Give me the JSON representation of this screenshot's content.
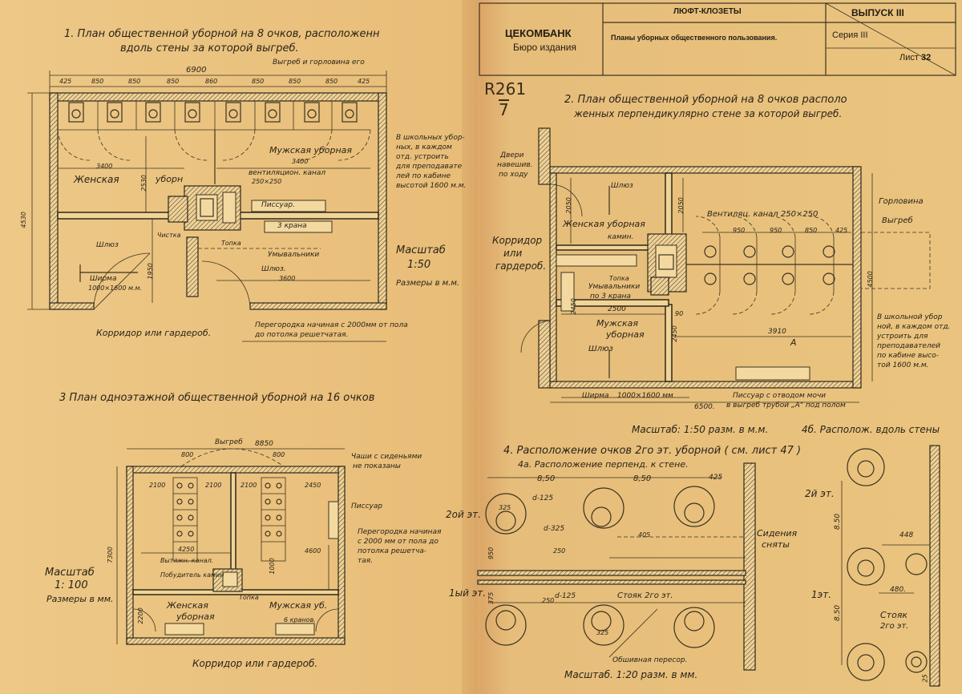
{
  "title_block": {
    "org": "ЦЕКОМБАНК",
    "bureau": "Бюро издания",
    "section": "ЛЮФТ-КЛОЗЕТЫ",
    "description": "Планы уборных общественного пользования.",
    "issue": "ВЫПУСК III",
    "series": "Серия III",
    "sheet_label": "Лист",
    "sheet_num": "32"
  },
  "stamp": {
    "top": "R261",
    "bottom": "7"
  },
  "plan1": {
    "title_line1": "1.   План общественной уборной  на 8 очков, расположенн",
    "title_line2": "вдоль стены за которой выгреб.",
    "vygreb_label": "Выгреб и горловина его",
    "dim_total": "6900",
    "dims": [
      "425",
      "850",
      "850",
      "850",
      "860",
      "850",
      "850",
      "850",
      "425"
    ],
    "note": [
      "В школьных убор-",
      "ных, в каждом",
      "отд. устроить",
      "для преподавате",
      "лей по кабине",
      "высотой 1600 м.м."
    ],
    "mens": "Мужская уборная",
    "womens": "Женская",
    "ubor": "уборн",
    "d3400a": "3400",
    "d3400b": "3400",
    "vent": "вентиляцион. канал",
    "vent_size": "250×250",
    "d2530": "2530",
    "d4530": "4530",
    "pissuar": "Писсуар.",
    "three_taps": "3 крана",
    "chistka": "Чистка",
    "topka": "Топка",
    "umyv": "Умывальники",
    "shlyuz_left": "Шлюз",
    "shlyuz_right": "Шлюз.",
    "d1950": "1950",
    "d3600": "3600",
    "shirma": "Ширма",
    "shirma_size": "1000×1600 м.м.",
    "scale_label": "Масштаб",
    "scale": "1:50",
    "units": "Размеры в м.м.",
    "corridor": "Корридор или гардероб.",
    "partition_note_1": "Перегородка начиная с 2000мм от пола",
    "partition_note_2": "до потолка решетчатая."
  },
  "plan2": {
    "title_line1": "2.  План общественной уборной на 8 очков располо",
    "title_line2": "женных перпендикулярно стене за которой выгреб.",
    "doors": [
      "Двери",
      "навешив.",
      "по ходу"
    ],
    "shlyuz": "Шлюз",
    "womens": "Женская уборная",
    "kamin": "камин.",
    "d2050a": "2050",
    "d2050b": "2050",
    "vent": "Вентиляц. канал 250×250",
    "gorlovina": "Горловина",
    "vygreb": "Выгреб",
    "dims": [
      "950",
      "950",
      "850",
      "425"
    ],
    "corridor": [
      "Корридор",
      "или",
      "гардероб."
    ],
    "topka": "Топка",
    "umyv": "Умывальники",
    "three_taps": "по 3 крана",
    "d2450a": "2450",
    "d2500": "2500",
    "d90": "90",
    "d2450b": "2450",
    "d3910": "3910",
    "d4500": "4500",
    "mens_1": "Мужская",
    "mens_2": "уборная",
    "shlyuz2": "Шлюз",
    "a_mark": "А",
    "note": [
      "В школьной убор",
      "ной, в каждом отд.",
      "устроить для",
      "преподавателей",
      "по кабине высо-",
      "той 1600 м.м."
    ],
    "shirma": "Ширма",
    "shirma_size": "1000×1600 мм",
    "d6500": "6500.",
    "pissuar_1": "Писсуар с отводом мочи",
    "pissuar_2": "в выгреб трубой „А\" под полом",
    "scale_text": "Масштаб: 1:50  разм. в м.м.",
    "alt_text": "4б. Располож. вдоль стены"
  },
  "plan3": {
    "title": "3       План одноэтажной общественной уборной на 16 очков",
    "vygreb": "Выгреб",
    "d8850": "8850",
    "d800a": "800",
    "d800b": "800",
    "cups_note": [
      "Чаши с сиденьями",
      "не показаны"
    ],
    "d2100a": "2100",
    "d2100b": "2100",
    "d2100c": "2100",
    "d2450": "2450",
    "pissuar": "Писсуар",
    "partition_note": [
      "Перегородка начиная",
      "с 2000 мм от пола до",
      "потолка решетча-",
      "тая."
    ],
    "d4250": "4250",
    "d4600": "4600",
    "d7300": "7300",
    "d1000": "1000",
    "vent": "Вытяжн. канал.",
    "pobud": "Побудитель камин",
    "topka": "Топка",
    "womens_1": "Женская",
    "womens_2": "уборная",
    "mens": "Мужская уб.",
    "taps": "6 кранов.",
    "d2200": "2200",
    "scale_label": "Масштаб",
    "scale": "1: 100",
    "units": "Размеры в мм.",
    "corridor": "Корридор или гардероб."
  },
  "plan4": {
    "title": "4.  Расположение очков 2го эт. уборной  ( см. лист 47 )",
    "subtitle": "4а. Расположение перпенд. к стене.",
    "d850a": "8,50",
    "d850b": "8,50",
    "d425": "425",
    "floor2": "2ой эт.",
    "floor1": "1ый эт.",
    "d325a": "325",
    "d125a": "d-125",
    "d325b": "d-325",
    "d950": "950",
    "d250a": "250",
    "d405": "405",
    "d250b": "250",
    "d375": "375",
    "d125b": "d-125",
    "stoyak": "Стояк 2го эт.",
    "d325c": "325",
    "obshivnaya": "Обшивная пересор.",
    "seats": [
      "Сидения",
      "сняты"
    ],
    "scale_text": "Масштаб. 1:20  разм. в мм.",
    "r_floor2": "2й эт.",
    "r_d850a": "8.50",
    "r_d448": "448",
    "r_d480": "480.",
    "r_floor1": "1эт.",
    "r_d850b": "8.50",
    "r_stoyak": [
      "Стояк",
      "2го эт."
    ],
    "r_d25": "25"
  }
}
